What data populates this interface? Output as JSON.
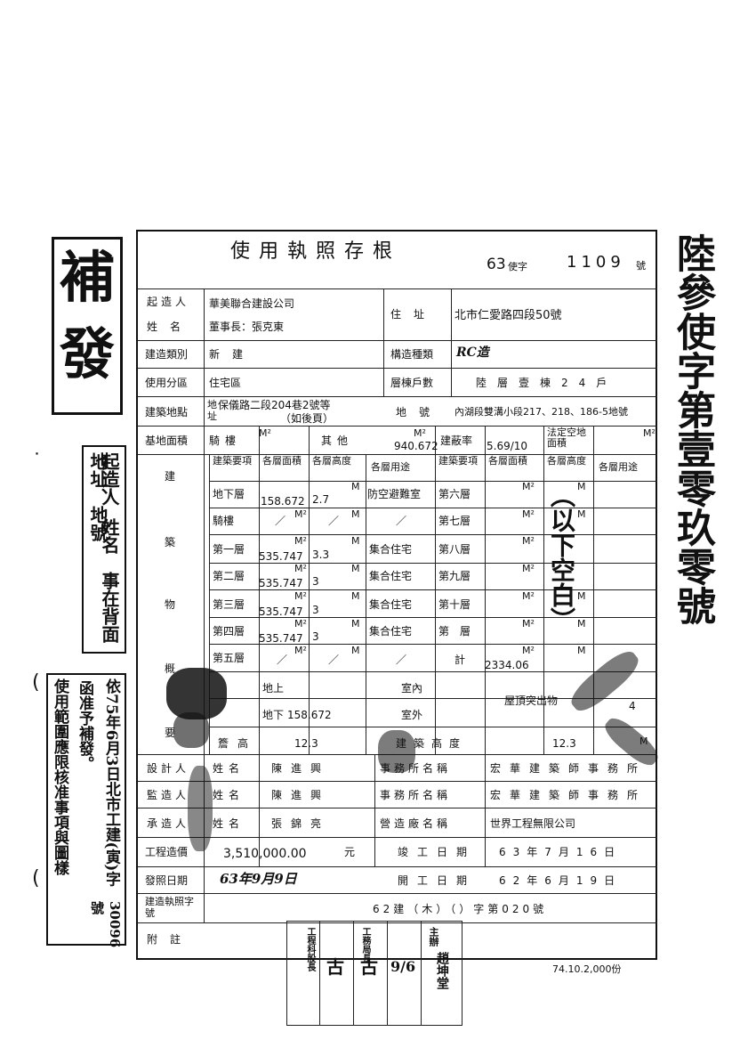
{
  "stamp": {
    "chars": [
      "補",
      "發"
    ]
  },
  "side_note_1": {
    "col1": "起造人",
    "col1b": "姓名",
    "col1c": "事在背面",
    "col2": "地址、地號"
  },
  "side_note_2": {
    "col1": "依75年6月3日北市工建(寅)字",
    "col1_num": "30096號",
    "col2": "函准予補發。",
    "col3": "使用範圍應限核准事項與圖樣"
  },
  "right_note": "陸參使字第壹零玖零號",
  "header": {
    "title": "使用執照存根",
    "prefix": "63",
    "kind": "使字",
    "number": "1109",
    "suffix": "號"
  },
  "builder": {
    "label": "起造人",
    "label2": "姓名",
    "company": "華美聯合建設公司",
    "rep": "董事長：張克東",
    "addr_label": "住址",
    "addr": "北市仁愛路四段50號"
  },
  "category": {
    "label": "建造類別",
    "value": "新建",
    "struct_label": "構造種類",
    "struct": "RC造"
  },
  "zone": {
    "label": "使用分區",
    "value": "住宅區",
    "floors_label": "層棟戶數",
    "floors": "陸層壹棟24戶"
  },
  "site": {
    "label": "建築地點",
    "sub": "地址",
    "addr": "保儀路二段204巷2號等",
    "note": "（如後頁）",
    "lot_label": "地號",
    "lot": "內湖段雙溝小段217、218、186-5地號"
  },
  "area": {
    "label": "基地面積",
    "c1": "騎樓",
    "c2": "其他",
    "unit": "M²",
    "other_val": "940.672",
    "ratio_label": "建蔽率",
    "ratio": "5.69/10",
    "legal_label": "法定空地面積"
  },
  "building": {
    "side_label": [
      "建",
      "築",
      "物",
      "概",
      "要"
    ],
    "h_item": "建築要項",
    "h_area": "各層面積",
    "h_height": "各層高度",
    "h_use": "各層用途",
    "rows": [
      {
        "name": "地下層",
        "area": "158.672",
        "height": "2.7",
        "use": "防空避難室",
        "name2": "第六層"
      },
      {
        "name": "騎樓",
        "area": "／",
        "height": "／",
        "use": "／",
        "name2": "第七層"
      },
      {
        "name": "第一層",
        "area": "535.747",
        "height": "3.3",
        "use": "集合住宅",
        "name2": "第八層"
      },
      {
        "name": "第二層",
        "area": "535.747",
        "height": "3",
        "use": "集合住宅",
        "name2": "第九層"
      },
      {
        "name": "第三層",
        "area": "535.747",
        "height": "3",
        "use": "集合住宅",
        "name2": "第十層"
      },
      {
        "name": "第四層",
        "area": "535.747",
        "height": "3",
        "use": "集合住宅",
        "name2": "第　層"
      },
      {
        "name": "第五層",
        "area": "／",
        "height": "／",
        "use": "／",
        "name2": "計"
      }
    ],
    "total": "2334.06",
    "handwritten": "（以下空白）",
    "m2": "M²",
    "m": "M"
  },
  "misc": {
    "above": "地上",
    "under": "地下",
    "under_val": "158.672",
    "inner": "室內",
    "outer": "室外",
    "roof": "屋頂突出物",
    "roof_val": "4",
    "height_label": "建築高度",
    "height_val": "12.3",
    "eaves": "簷高",
    "eaves_val": "12.3"
  },
  "people": [
    {
      "role": "設計人",
      "name_label": "姓名",
      "name": "陳進興",
      "firm_label": "事務所名稱",
      "firm": "宏華建築師事務所"
    },
    {
      "role": "監造人",
      "name_label": "姓名",
      "name": "陳進興",
      "firm_label": "事務所名稱",
      "firm": "宏華建築師事務所"
    },
    {
      "role": "承造人",
      "name_label": "姓名",
      "name": "張錦亮",
      "firm_label": "營造廠名稱",
      "firm": "世界工程無限公司"
    }
  ],
  "cost": {
    "label": "工程造價",
    "value": "3,510,000.00",
    "unit": "元",
    "done_label": "竣工日期",
    "done": "63年7月16日"
  },
  "issue": {
    "label": "發照日期",
    "value": "63年9月9日",
    "start_label": "開工日期",
    "start": "62年6月19日"
  },
  "permit": {
    "label": "建造執照字號",
    "value": "62建（木）（）字第020號"
  },
  "note": {
    "label": "附註"
  },
  "seals": {
    "a": "工程科股長",
    "b": "工務局長",
    "c": "主辦",
    "d": "古",
    "e": "古",
    "f": "9/6",
    "g": "趙坤堂"
  },
  "footer": "74.10.2,000份"
}
